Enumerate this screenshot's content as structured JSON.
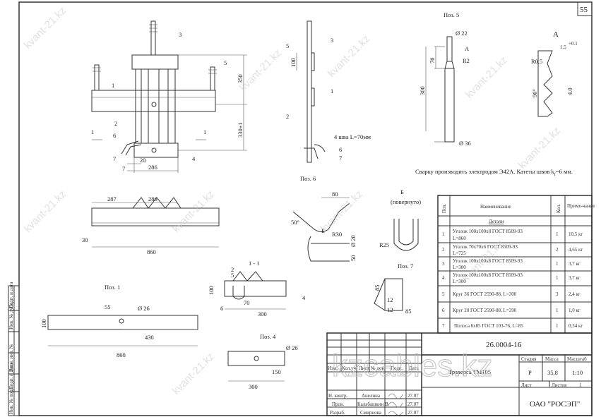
{
  "sheet_number": "55",
  "left_stamp": [
    "Инв. № подл.",
    "Подп. и дата",
    "Взам. инв. №",
    "Инв. № дубл.",
    "Подп. и дата"
  ],
  "watermarks": {
    "small": "kvant-21.kz",
    "large": "kzcables.kz"
  },
  "views": {
    "main": {
      "pos": [
        "1",
        "2",
        "3",
        "4",
        "5",
        "6",
        "7",
        "1",
        "1"
      ],
      "dims": [
        "350",
        "330±1",
        "286",
        "20",
        "7"
      ]
    },
    "side": {
      "pos": [
        "5",
        "3",
        "1",
        "2",
        "6",
        "7"
      ],
      "dims": [
        "100"
      ],
      "weld_note": "4 шва L=70мм"
    },
    "pos5": {
      "title": "Поз. 5",
      "dims": [
        "Ø 22",
        "70",
        "300",
        "R2",
        "Ø 36",
        "A"
      ]
    },
    "detail_a": {
      "title": "А",
      "dims": [
        "1.5",
        "+0.1",
        "R0.5",
        "90°",
        "4.0"
      ]
    },
    "weld_note": "Сварку производить электродом Э42А. Катеты швов k",
    "weld_note_sub": "f",
    "weld_note_end": "=6 мм.",
    "plan": {
      "dims": [
        "287",
        "286",
        "30",
        "860"
      ]
    },
    "pos6": {
      "title": "Поз. 6",
      "dims": [
        "80",
        "50°",
        "R30",
        "Б",
        "Ø 20",
        "50"
      ]
    },
    "view_b": {
      "title": "Б",
      "subtitle": "(повернуто)",
      "dims": [
        "R25"
      ]
    },
    "section": {
      "title": "1 - 1",
      "pos": [
        "2",
        "5",
        "6",
        "4"
      ],
      "dims": [
        "100",
        "70",
        "300"
      ]
    },
    "pos7": {
      "title": "Поз. 7",
      "dims": [
        "85",
        "12",
        "12",
        "85"
      ]
    },
    "pos1": {
      "title": "Поз. 1",
      "dims": [
        "55",
        "Ø 26",
        "100",
        "430",
        "860"
      ]
    },
    "pos4": {
      "title": "Поз. 4",
      "dims": [
        "Ø 26",
        "150",
        "300"
      ]
    }
  },
  "parts_table": {
    "headers": {
      "pos": "Поз.",
      "name": "Наименование",
      "qty": "Кол.",
      "note": "Приме-чание"
    },
    "section": "Детали",
    "rows": [
      {
        "pos": "1",
        "name": "Уголок 100x100x8 ГОСТ 8509-93",
        "name2": "L=860",
        "qty": "1",
        "note": "10,5 кг"
      },
      {
        "pos": "2",
        "name": "Уголок 70x70x6 ГОСТ 8509-93",
        "name2": "L=725",
        "qty": "2",
        "note": "4,65 кг"
      },
      {
        "pos": "3",
        "name": "Уголок 100x100x8 ГОСТ 8509-93",
        "name2": "L=300",
        "qty": "1",
        "note": "3,7 кг"
      },
      {
        "pos": "4",
        "name": "Уголок 100x100x8 ГОСТ 8509-93",
        "name2": "L=300",
        "qty": "1",
        "note": "3,7 кг"
      },
      {
        "pos": "5",
        "name": "Круг 36 ГОСТ 2590-88, L=300",
        "name2": "",
        "qty": "3",
        "note": "2,4 кг"
      },
      {
        "pos": "6",
        "name": "Круг 20 ГОСТ 2590-88, L=390",
        "name2": "",
        "qty": "1",
        "note": "1,0 кг"
      },
      {
        "pos": "7",
        "name": "Полоса 6x85 ГОСТ 103-76, L=85",
        "name2": "",
        "qty": "1",
        "note": "0,34 кг"
      }
    ]
  },
  "title_block": {
    "code": "26.0004-16",
    "name": "Траверса ТМ105",
    "stage_label": "Стадия",
    "mass_label": "Масса",
    "scale_label": "Масштаб",
    "stage": "Р",
    "mass": "35,8",
    "scale": "1:10",
    "sheet_label": "Лист",
    "sheets_label": "Листов",
    "sheets": "1",
    "company": "ОАО \"РОСЭП\"",
    "rev_headers": [
      "Изм.",
      "Кол.уч",
      "Лист",
      "№ док.",
      "Подп.",
      "Дата"
    ],
    "signers": [
      {
        "role": "Н. контр.",
        "name": "Анелина",
        "date": "27.07"
      },
      {
        "role": "Пров.",
        "name": "Калабашкин В.",
        "date": "27.07"
      },
      {
        "role": "Разраб.",
        "name": "Смирнова",
        "date": "27.07"
      }
    ]
  }
}
